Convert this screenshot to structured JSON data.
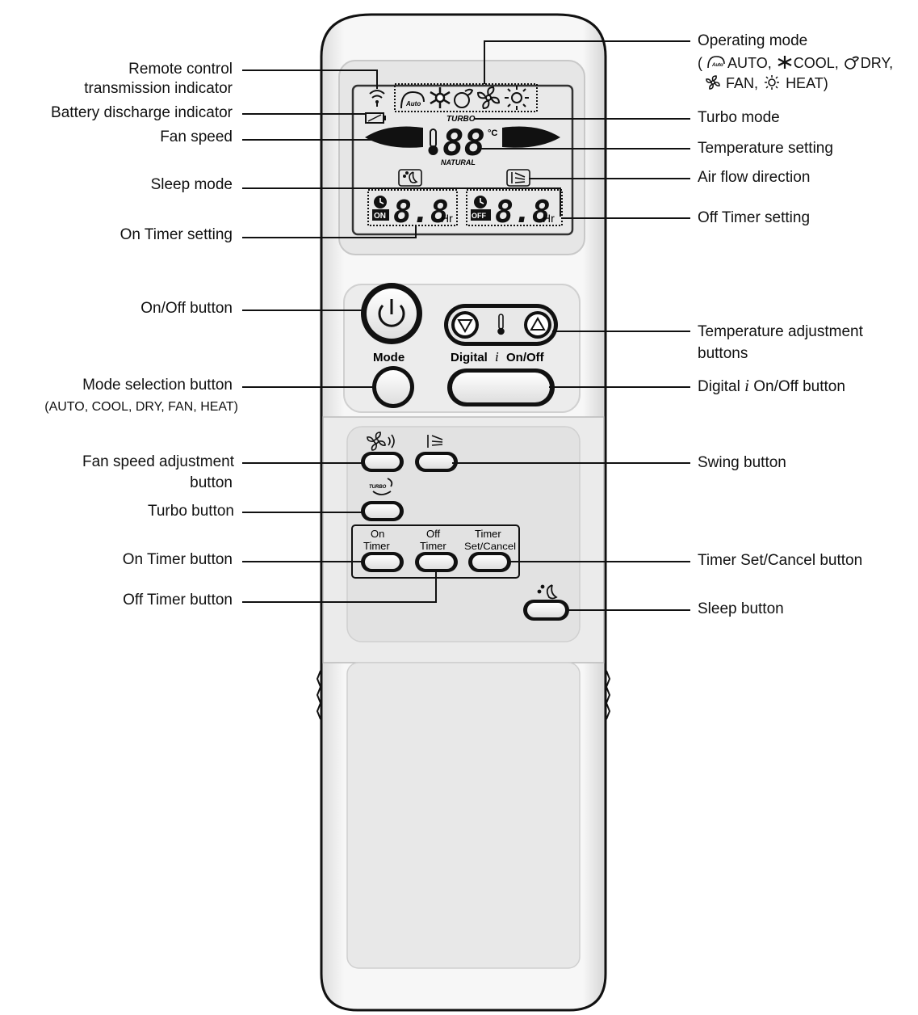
{
  "remote": {
    "lcd": {
      "temp_digits": "88",
      "temp_unit": "°C",
      "turbo_text": "TURBO",
      "natural_text": "NATURAL",
      "auto_text": "Auto",
      "on_badge": "ON",
      "off_badge": "OFF",
      "on_timer_digits": "8.8",
      "off_timer_digits": "8.8",
      "hr_text": "Hr"
    },
    "buttons": {
      "mode_label": "Mode",
      "digital_label": "Digital",
      "digital_i": "i",
      "digital_onoff": "On/Off",
      "turbo_icon_text": "TURBO",
      "on_timer_label": [
        "On",
        "Timer"
      ],
      "off_timer_label": [
        "Off",
        "Timer"
      ],
      "timer_set_label": [
        "Timer",
        "Set/Cancel"
      ]
    }
  },
  "callouts": {
    "remote_control_indicator": [
      "Remote control",
      "transmission indicator"
    ],
    "battery_indicator": "Battery discharge indicator",
    "fan_speed": "Fan speed",
    "sleep_mode": "Sleep mode",
    "on_timer_setting": "On Timer setting",
    "onoff_button": "On/Off button",
    "mode_selection": "Mode selection button",
    "mode_selection_sub": "(AUTO, COOL, DRY, FAN, HEAT)",
    "fan_speed_adjust": [
      "Fan speed adjustment",
      "button"
    ],
    "turbo_button": "Turbo button",
    "on_timer_button": "On Timer button",
    "off_timer_button": "Off Timer button",
    "operating_mode": "Operating mode",
    "operating_mode_sub1": [
      "(",
      "AUTO,",
      "COOL,",
      "DRY,"
    ],
    "operating_mode_sub2": [
      "FAN,",
      "HEAT)"
    ],
    "turbo_mode": "Turbo mode",
    "temperature_setting": "Temperature setting",
    "air_flow": "Air flow direction",
    "off_timer_setting": "Off Timer setting",
    "temp_adjust": [
      "Temperature adjustment",
      "buttons"
    ],
    "digital_onoff": [
      "Digital",
      "i",
      "On/Off button"
    ],
    "swing_button": "Swing button",
    "timer_set_cancel": "Timer Set/Cancel button",
    "sleep_button": "Sleep button"
  },
  "icons": [
    "signal-icon",
    "battery-icon",
    "auto-icon",
    "snowflake-icon",
    "drop-icon",
    "fan-icon",
    "sun-icon",
    "thermometer-icon",
    "sleep-icon",
    "swing-icon",
    "power-icon",
    "down-arrow-icon",
    "up-arrow-icon",
    "turbo-icon"
  ]
}
